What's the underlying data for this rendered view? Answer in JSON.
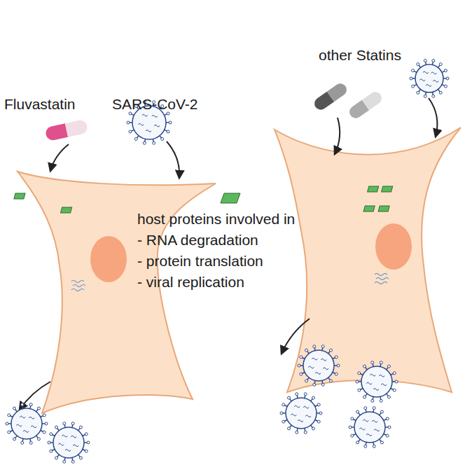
{
  "diagram": {
    "labels": [
      "Fluvastatin",
      "SARS-CoV-2",
      "other Statins",
      "- RNA degradation",
      "- protein translation",
      "- viral replication"
    ],
    "legend": [
      {
        "text": "host proteins involved in",
        "color": "#5cb85c"
      }
    ]
  }
}
